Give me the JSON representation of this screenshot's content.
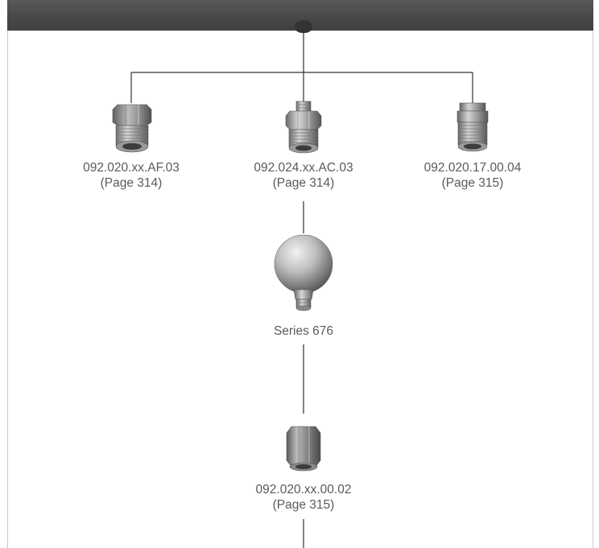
{
  "colors": {
    "header_bar": "#4a4a4a",
    "connector_line": "#333333",
    "label_text": "#5a5a5a",
    "frame_border": "#c8c8c8"
  },
  "nodes": {
    "left": {
      "icon": "hex-adapter-fitting-icon",
      "code": "092.020.xx.AF.03",
      "page": "(Page 314)"
    },
    "center": {
      "icon": "hex-male-adapter-icon",
      "code": "092.024.xx.AC.03",
      "page": "(Page 314)"
    },
    "right": {
      "icon": "threaded-bushing-icon",
      "code": "092.020.17.00.04",
      "page": "(Page 315)"
    },
    "series": {
      "icon": "spherical-nozzle-icon",
      "code": "Series 676"
    },
    "bottom": {
      "icon": "hex-nut-icon",
      "code": "092.020.xx.00.02",
      "page": "(Page 315)"
    }
  }
}
